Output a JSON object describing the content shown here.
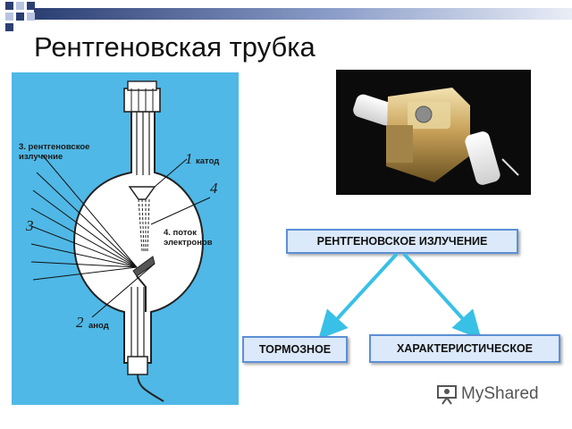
{
  "slide": {
    "title": "Рентгеновская трубка"
  },
  "diagram": {
    "label_xray": "3. рентгеновское\nизлучение",
    "label_cathode": "катод",
    "label_flow": "4. поток\nэлектронов",
    "label_anode": "анод",
    "num_1": "1",
    "num_2": "2",
    "num_3": "3",
    "num_4": "4"
  },
  "scheme": {
    "root": "РЕНТГЕНОВСКОЕ ИЗЛУЧЕНИЕ",
    "left": "ТОРМОЗНОЕ",
    "right": "ХАРАКТЕРИСТИЧЕСКОЕ",
    "arrow_color": "#39c0e6"
  },
  "watermark": {
    "brand": "MyShared"
  },
  "colors": {
    "diagram_bg": "#4fb8e6",
    "box_border": "#5c8fd6",
    "box_fill": "#dbe9fb"
  }
}
